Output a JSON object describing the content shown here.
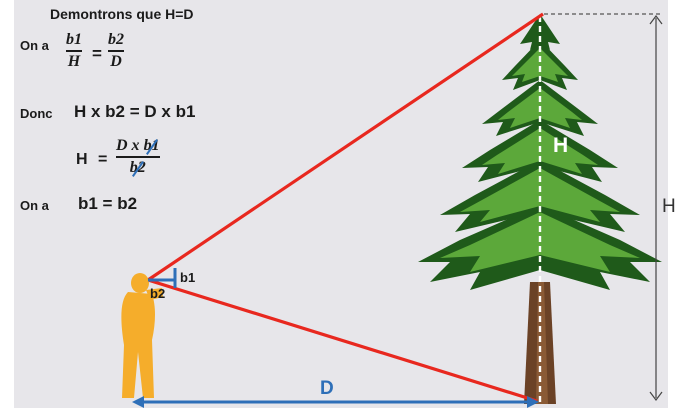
{
  "heading": "Demontrons que H=D",
  "lines": {
    "on_a_1": "On a",
    "frac1_num": "b1",
    "frac1_den": "H",
    "equals": "=",
    "frac2_num": "b2",
    "frac2_den": "D",
    "donc": "Donc",
    "equation": "H x b2 = D x b1",
    "h_lhs": "H",
    "h_eq": "=",
    "h_num_prefix": "D x ",
    "h_num_struck": "b1",
    "h_den_struck": "b2",
    "on_a_2": "On a",
    "b1_eq_b2": "b1 = b2"
  },
  "diagram": {
    "label_b1": "b1",
    "label_b2": "b2",
    "label_H_tree": "H",
    "label_H_right": "H",
    "label_D": "D"
  },
  "colors": {
    "sight_line": "#e8281f",
    "measure_blue": "#2e6fb8",
    "person": "#f5ad2b",
    "tree_dark": "#1f5a1a",
    "tree_light": "#5ca83a",
    "trunk": "#6b4226"
  }
}
